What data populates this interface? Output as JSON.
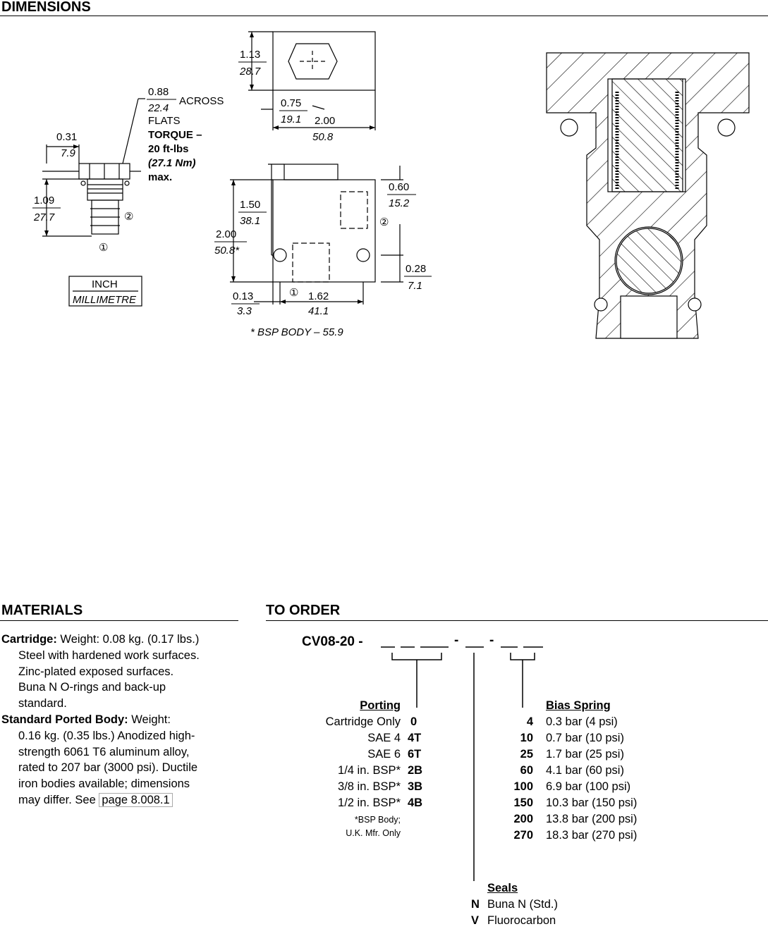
{
  "sections": {
    "dimensions": "DIMENSIONS",
    "materials": "MATERIALS",
    "to_order": "TO ORDER"
  },
  "drawing": {
    "hex": {
      "in": "0.88",
      "mm": "22.4",
      "note1": "ACROSS",
      "note2": "FLATS",
      "torque1": "TORQUE –",
      "torque2": "20 ft-lbs",
      "torque3": "(27.1 Nm)",
      "torque4": "max."
    },
    "d_031": {
      "in": "0.31",
      "mm": "7.9"
    },
    "d_109": {
      "in": "1.09",
      "mm": "27.7"
    },
    "d_113": {
      "in": "1.13",
      "mm": "28.7"
    },
    "d_075": {
      "in": "0.75",
      "mm": "19.1"
    },
    "d_200w": {
      "in": "2.00",
      "mm": "50.8"
    },
    "d_150": {
      "in": "1.50",
      "mm": "38.1"
    },
    "d_200h": {
      "in": "2.00",
      "mm": "50.8*"
    },
    "d_060": {
      "in": "0.60",
      "mm": "15.2"
    },
    "d_028": {
      "in": "0.28",
      "mm": "7.1"
    },
    "d_013": {
      "in": "0.13",
      "mm": "3.3"
    },
    "d_162": {
      "in": "1.62",
      "mm": "41.1"
    },
    "port1": "①",
    "port2": "②",
    "legend_in": "INCH",
    "legend_mm": "MILLIMETRE",
    "bsp_note": "* BSP BODY – 55.9"
  },
  "materials": {
    "cartridge_label": "Cartridge:",
    "cartridge_line1": " Weight: 0.08 kg. (0.17 lbs.)",
    "cartridge_lines": [
      "Steel with hardened work surfaces.",
      "Zinc-plated exposed surfaces.",
      "Buna N O-rings and back-up",
      "standard."
    ],
    "body_label": "Standard Ported Body:",
    "body_line1": " Weight:",
    "body_lines": [
      "0.16 kg. (0.35 lbs.) Anodized high-",
      "strength 6061 T6 aluminum alloy,",
      "rated to 207 bar (3000 psi). Ductile",
      "iron bodies available; dimensions"
    ],
    "body_last": "may differ. See ",
    "page_link": "page 8.008.1"
  },
  "order": {
    "model": "CV08-20 -",
    "sep": "-",
    "porting_title": "Porting",
    "porting": [
      {
        "label": "Cartridge Only",
        "code": "0"
      },
      {
        "label": "SAE 4",
        "code": "4T"
      },
      {
        "label": "SAE 6",
        "code": "6T"
      },
      {
        "label": "1/4 in. BSP*",
        "code": "2B"
      },
      {
        "label": "3/8 in. BSP*",
        "code": "3B"
      },
      {
        "label": "1/2 in. BSP*",
        "code": "4B"
      }
    ],
    "bsp_note1": "*BSP Body;",
    "bsp_note2": "U.K. Mfr. Only",
    "bias_title": "Bias Spring",
    "bias": [
      {
        "code": "4",
        "label": "0.3 bar (4 psi)"
      },
      {
        "code": "10",
        "label": "0.7 bar (10 psi)"
      },
      {
        "code": "25",
        "label": "1.7 bar (25 psi)"
      },
      {
        "code": "60",
        "label": "4.1 bar (60 psi)"
      },
      {
        "code": "100",
        "label": "6.9 bar (100 psi)"
      },
      {
        "code": "150",
        "label": "10.3 bar (150 psi)"
      },
      {
        "code": "200",
        "label": "13.8 bar (200 psi)"
      },
      {
        "code": "270",
        "label": "18.3 bar (270 psi)"
      }
    ],
    "seals_title": "Seals",
    "seals": [
      {
        "code": "N",
        "label": "Buna N (Std.)"
      },
      {
        "code": "V",
        "label": "Fluorocarbon"
      }
    ]
  }
}
